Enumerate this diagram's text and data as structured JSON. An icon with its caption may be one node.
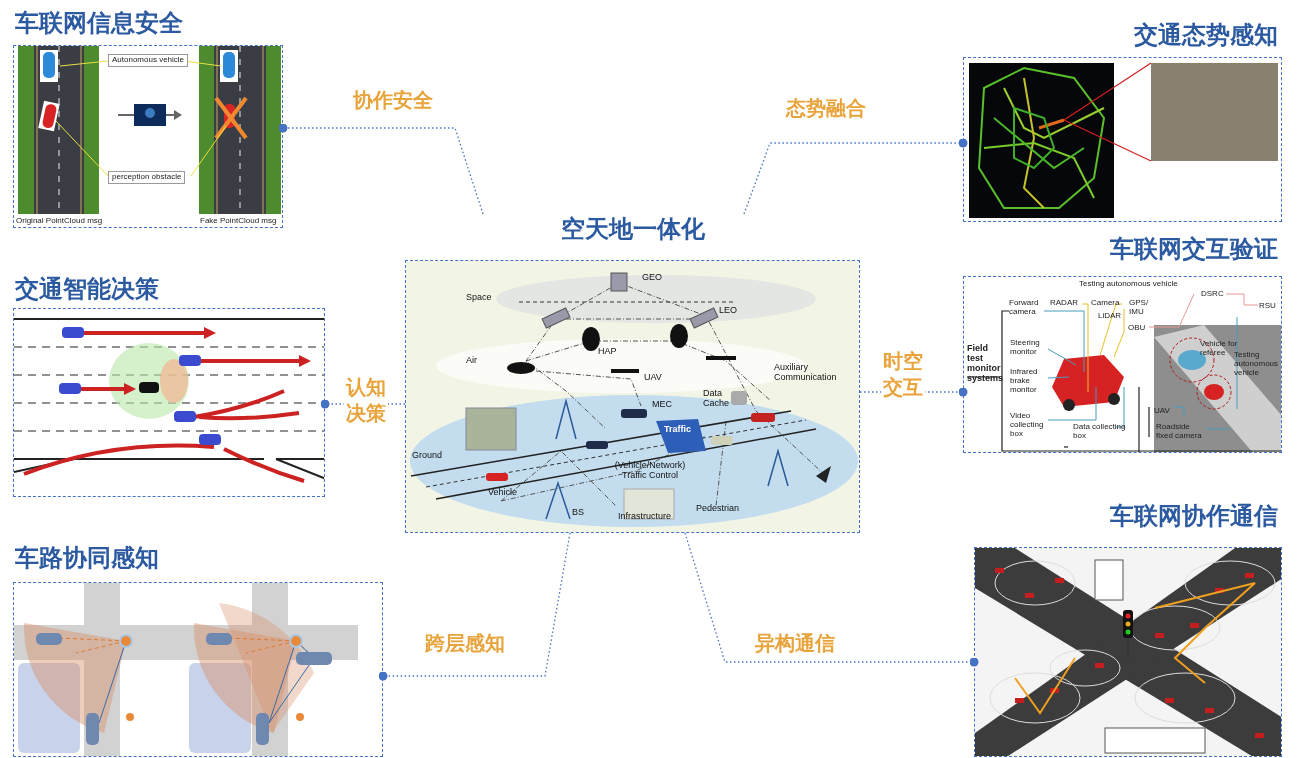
{
  "diagram": {
    "nodes": [
      {
        "text": [
          "车联网信息安全"
        ]
      },
      {
        "text": [
          "交通态势感知"
        ]
      },
      {
        "text": [
          "空天地一体化"
        ]
      },
      {
        "text": [
          "交通智能决策"
        ]
      },
      {
        "text": [
          "车联网交互验证"
        ]
      },
      {
        "text": [
          "车路协同感知"
        ]
      },
      {
        "text": [
          "车联网协作通信"
        ]
      }
    ],
    "edges": [
      {
        "from": 2,
        "to": 0,
        "arrow": "other",
        "label": "协作安全"
      },
      {
        "from": 2,
        "to": 1,
        "arrow": "other",
        "label": "态势融合"
      },
      {
        "from": 2,
        "to": 3,
        "arrow": "other",
        "label": "认知决策"
      },
      {
        "from": 2,
        "to": 4,
        "arrow": "other",
        "label": "时空交互"
      },
      {
        "from": 2,
        "to": 5,
        "arrow": "other",
        "label": "跨层感知"
      },
      {
        "from": 2,
        "to": 6,
        "arrow": "other",
        "label": "异构通信"
      }
    ],
    "labels": [
      "Autonomous vehicle",
      "perception obstacle",
      "Original PointCloud msg",
      "Fake PointCloud msg",
      "GEO",
      "Space",
      "LEO",
      "HAP",
      "Air",
      "UAV",
      "Auxiliary Communication",
      "Data Cache",
      "MEC",
      "Traffic",
      "Ground",
      "(Vehicle/Network) Traffic Control",
      "Vehicle",
      "BS",
      "Infrastructure",
      "Pedestrian",
      "Testing autonomous vehicle",
      "DSRC",
      "Forward camera",
      "RADAR",
      "Camera",
      "GPS/ IMU",
      "RSU",
      "LiDAR",
      "OBU",
      "Field test monitor systems",
      "Steering monitor",
      "Vehicle for referee",
      "Testing autonomous vehicle",
      "Infrared brake monitor",
      "UAV",
      "Video collecting box",
      "Data collecting box",
      "Roadside fixed camera"
    ]
  }
}
